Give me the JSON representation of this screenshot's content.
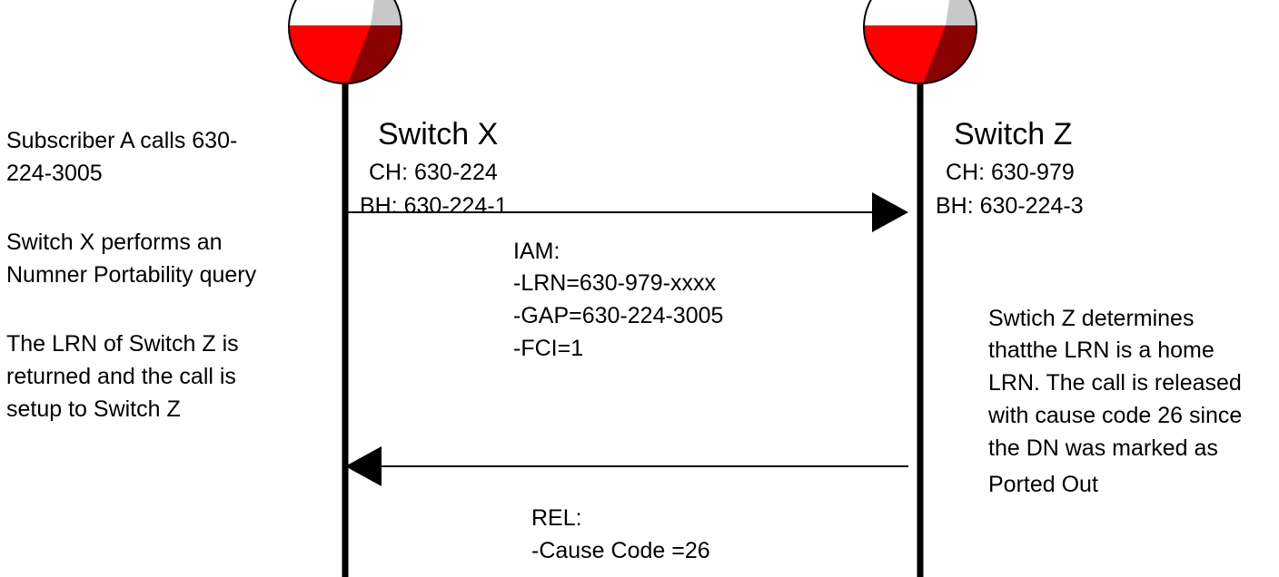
{
  "switches": [
    {
      "name": "Switch X",
      "ch": "CH: 630-224",
      "bh": "BH: 630-224-1"
    },
    {
      "name": "Switch Z",
      "ch": "CH: 630-979",
      "bh": "BH: 630-224-3"
    }
  ],
  "left_notes": {
    "note1": [
      "Subscriber A calls 630-",
      "224-3005"
    ],
    "note2": [
      "Switch X performs an",
      "Numner Portability query"
    ],
    "note3": [
      "The LRN of Switch Z is",
      "returned and the call is",
      "setup to Switch Z"
    ]
  },
  "iam_message": [
    "IAM:",
    "-LRN=630-979-xxxx",
    "-GAP=630-224-3005",
    "-FCI=1"
  ],
  "rel_message": [
    "REL:",
    "-Cause Code =26"
  ],
  "right_note": [
    "Swtich Z determines",
    "thatthe LRN is a home",
    "LRN.  The call is released",
    "with cause code 26 since",
    "the DN was marked as",
    "Ported Out"
  ],
  "colors": {
    "node_red": "#ff0000",
    "node_dark_red": "#8b0000",
    "node_grey": "#c8c8c8",
    "line": "#000000"
  }
}
